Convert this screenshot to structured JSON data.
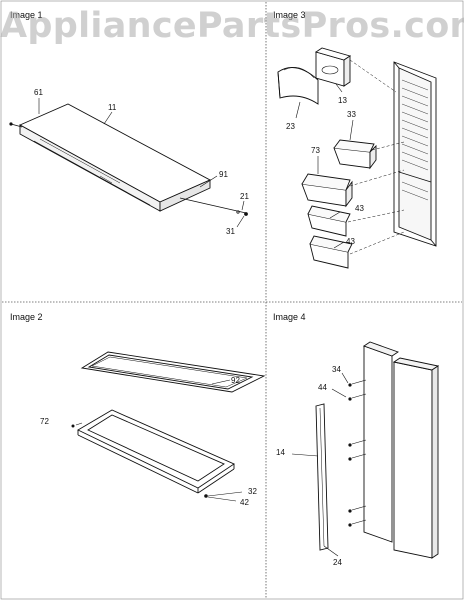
{
  "watermark": "AppliancePartsPros.com",
  "panels": [
    {
      "title": "Image 1",
      "callouts": [
        "61",
        "11",
        "91",
        "21",
        "31"
      ]
    },
    {
      "title": "Image 3",
      "callouts": [
        "13",
        "23",
        "33",
        "73",
        "43",
        "43"
      ]
    },
    {
      "title": "Image 2",
      "callouts": [
        "92",
        "72",
        "32",
        "42"
      ]
    },
    {
      "title": "Image 4",
      "callouts": [
        "34",
        "44",
        "14",
        "24"
      ]
    }
  ]
}
